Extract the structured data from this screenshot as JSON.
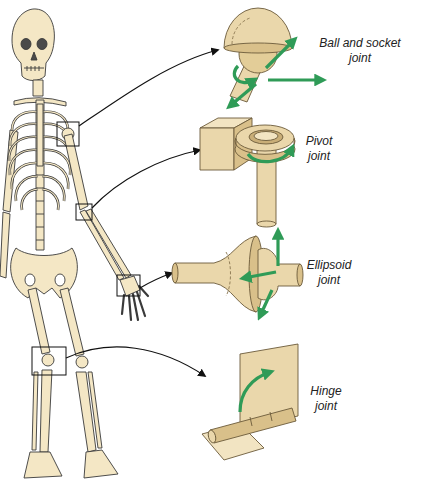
{
  "diagram": {
    "labels": [
      "Ball and socket joint",
      "Pivot joint",
      "Ellipsoid joint",
      "Hinge joint"
    ]
  }
}
